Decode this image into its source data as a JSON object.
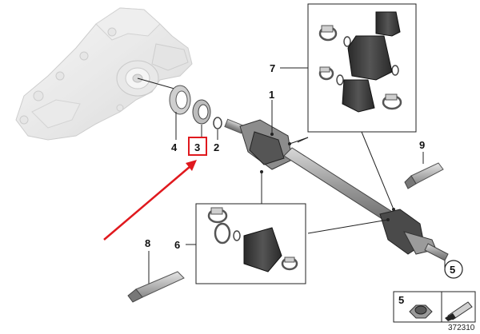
{
  "diagram": {
    "part_labels": {
      "p1": "1",
      "p2": "2",
      "p3": "3",
      "p4": "4",
      "p5": "5",
      "p6": "6",
      "p7": "7",
      "p8": "8",
      "p9": "9"
    },
    "callout_circle": "5",
    "legend_box_label": "5",
    "document_number": "372310",
    "colors": {
      "highlight_box": "#e0191e",
      "arrow": "#e0191e",
      "line": "#222222",
      "part_fill": "#e6e6e6",
      "dark_part": "#3a3a3a"
    },
    "icons": [
      "differential-housing",
      "drive-shaft",
      "boot-kit",
      "grease-tube",
      "axle-nut",
      "wrench-tool"
    ]
  }
}
